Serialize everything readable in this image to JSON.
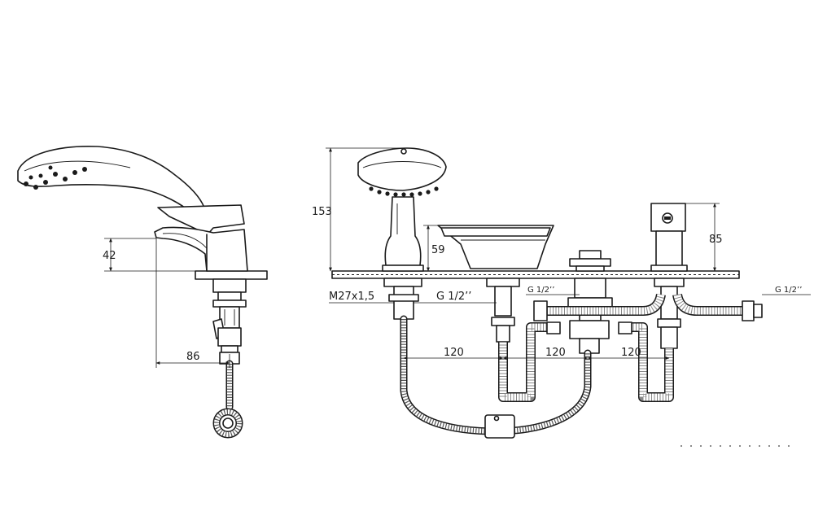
{
  "side_view": {
    "spout_height": "42",
    "spout_reach": "86"
  },
  "front_view": {
    "handshower_height": "153",
    "spout_height": "59",
    "mixer_height": "85",
    "handshower_thread": "M27x1,5",
    "spout_connection": "G 1/2’’",
    "left_inlet": "G 1/2’’",
    "right_inlet": "G 1/2’’",
    "spacing_1": "120",
    "spacing_2": "120",
    "spacing_3": "120"
  }
}
